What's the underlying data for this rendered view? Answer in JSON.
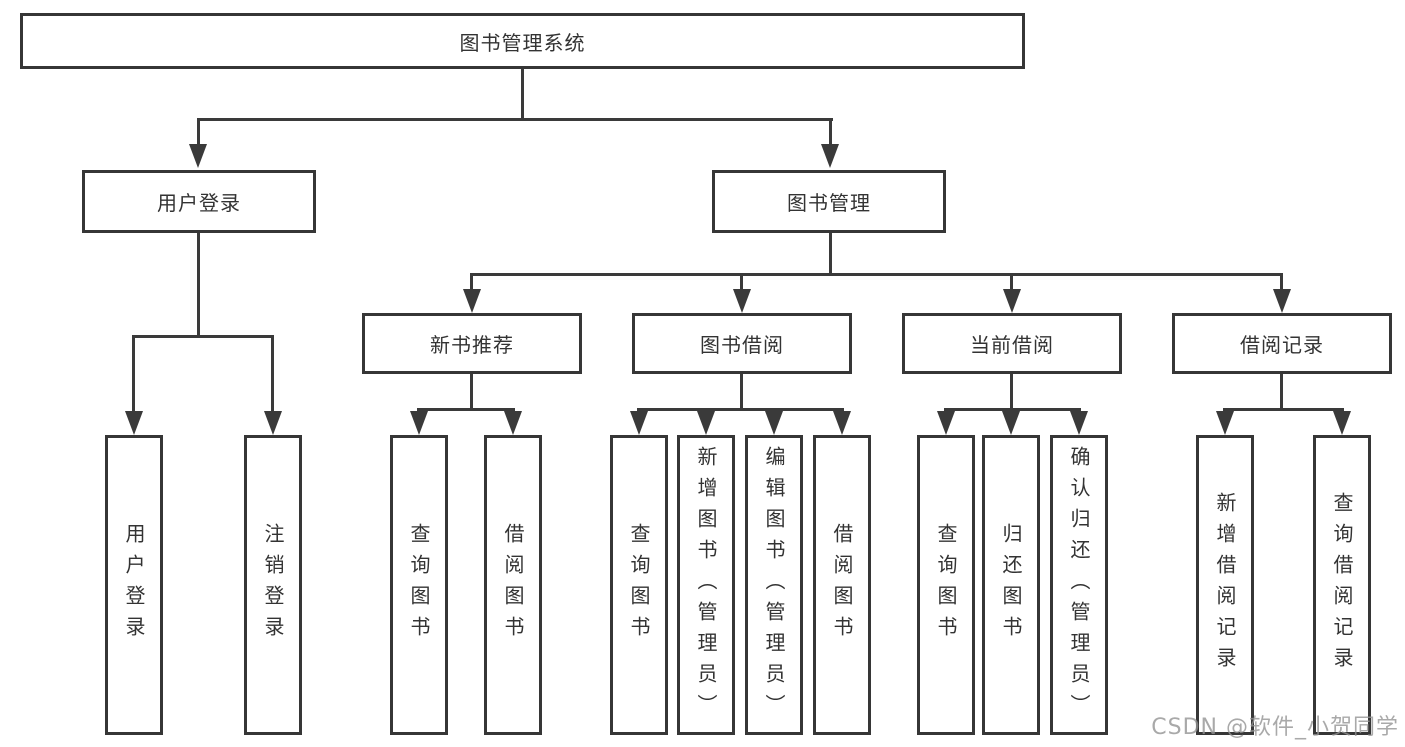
{
  "colors": {
    "line": "#3a3a3a",
    "box_border": "#363636",
    "text": "#333333",
    "watermark": "#949494"
  },
  "watermark": {
    "text": "CSDN @软件_小贺同学"
  },
  "tree": {
    "root": {
      "label": "图书管理系统"
    },
    "children": [
      {
        "label": "用户登录",
        "leaves": [
          "用户登录",
          "注销登录"
        ]
      },
      {
        "label": "图书管理",
        "children": [
          {
            "label": "新书推荐",
            "leaves": [
              "查询图书",
              "借阅图书"
            ]
          },
          {
            "label": "图书借阅",
            "leaves": [
              "查询图书",
              "新增图书（管理员）",
              "编辑图书（管理员）",
              "借阅图书"
            ]
          },
          {
            "label": "当前借阅",
            "leaves": [
              "查询图书",
              "归还图书",
              "确认归还（管理员）"
            ]
          },
          {
            "label": "借阅记录",
            "leaves": [
              "新增借阅记录",
              "查询借阅记录"
            ]
          }
        ]
      }
    ]
  }
}
